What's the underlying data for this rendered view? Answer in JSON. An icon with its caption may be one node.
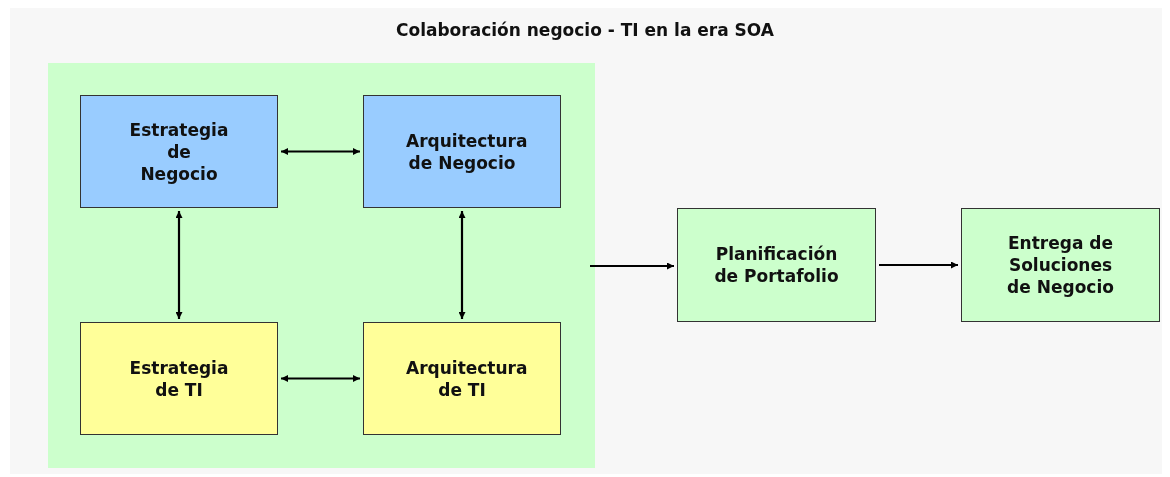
{
  "diagram": {
    "title": "Colaboración negocio - TI en la era SOA",
    "nodes": [
      {
        "text": [],
        "shape": "box"
      },
      {
        "text": [
          "Estrategia de Negocio"
        ],
        "in": 0
      },
      {
        "text": [
          "Arquitectura de Negocio"
        ],
        "in": 0
      },
      {
        "text": [
          "Estrategia de TI"
        ],
        "in": 0
      },
      {
        "text": [
          "Arquitectura de TI"
        ],
        "in": 0
      },
      {
        "text": [
          "Planificación de Portafolio"
        ]
      },
      {
        "text": [
          "Entrega de Soluciones de Negocio"
        ]
      }
    ],
    "edges": [
      {
        "from": 1,
        "to": 2,
        "arrow": "both"
      },
      {
        "from": 1,
        "to": 3,
        "arrow": "both"
      },
      {
        "from": 2,
        "to": 4,
        "arrow": "both"
      },
      {
        "from": 3,
        "to": 4,
        "arrow": "both"
      },
      {
        "from": 0,
        "to": 5,
        "arrow": "to"
      },
      {
        "from": 5,
        "to": 6,
        "arrow": "to"
      }
    ]
  }
}
